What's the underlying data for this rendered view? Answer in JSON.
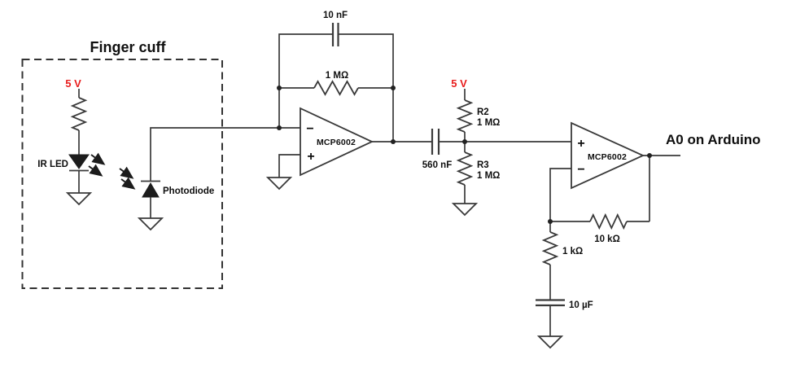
{
  "diagram": {
    "colors": {
      "wire": "#3a3a3a",
      "text": "#0f0f0f",
      "supply_red": "#e81d1d",
      "background": "#ffffff"
    },
    "finger_cuff": {
      "title": "Finger cuff",
      "supply": "5 V",
      "ir_led": "IR LED",
      "photodiode": "Photodiode"
    },
    "tia_stage": {
      "feedback_capacitor": "10 nF",
      "feedback_resistor": "1 MΩ",
      "opamp": "MCP6002",
      "inverting_sign": "−",
      "noninverting_sign": "+"
    },
    "bias_network": {
      "coupling_capacitor": "560 nF",
      "supply": "5 V",
      "r2_name": "R2",
      "r2_value": "1 MΩ",
      "r3_name": "R3",
      "r3_value": "1 MΩ"
    },
    "gain_stage": {
      "opamp": "MCP6002",
      "noninverting_sign": "+",
      "inverting_sign": "−",
      "feedback_resistor": "10 kΩ",
      "gain_resistor": "1 kΩ",
      "capacitor": "10 µF",
      "output": "A0 on Arduino"
    }
  }
}
